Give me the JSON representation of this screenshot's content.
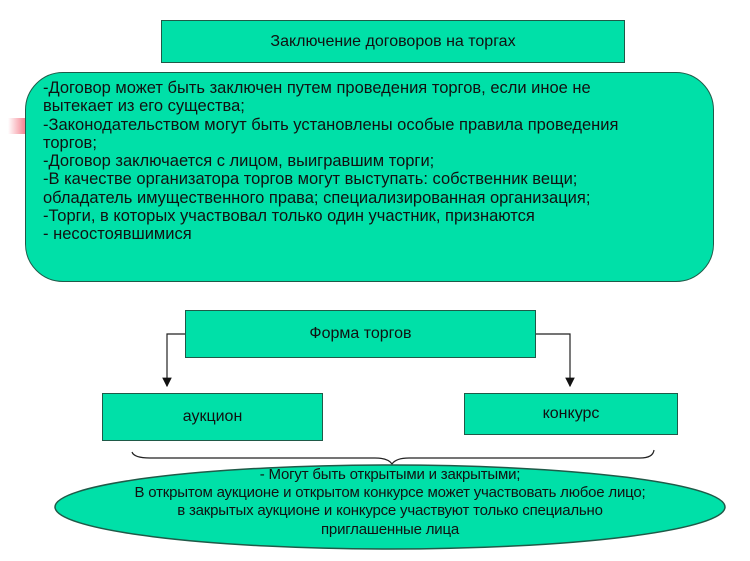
{
  "title": "Заключение договоров на торгах",
  "main_points": [
    "-Договор может быть заключен путем проведения торгов, если иное не",
    "вытекает из его существа;",
    "-Законодательством могут быть установлены особые правила проведения",
    "торгов;",
    "-Договор заключается с лицом, выигравшим торги;",
    "-В качестве организатора торгов могут выступать: собственник вещи;",
    "обладатель имущественного права; специализированная организация;",
    "-Торги, в которых участвовал только один участник, признаются",
    "- несостоявшимися"
  ],
  "form": {
    "label": "Форма торгов",
    "children": [
      "аукцион",
      "конкурс"
    ]
  },
  "note": {
    "lines": [
      "- Могут быть открытыми и закрытыми;",
      "В открытом аукционе и открытом конкурсе может участвовать любое лицо;",
      "в закрытых аукционе и конкурсе участвуют только специально",
      "приглашенные лица"
    ]
  },
  "colors": {
    "box_fill": "#00e0a8",
    "box_border": "#1f5a48",
    "connector": "#111111"
  }
}
